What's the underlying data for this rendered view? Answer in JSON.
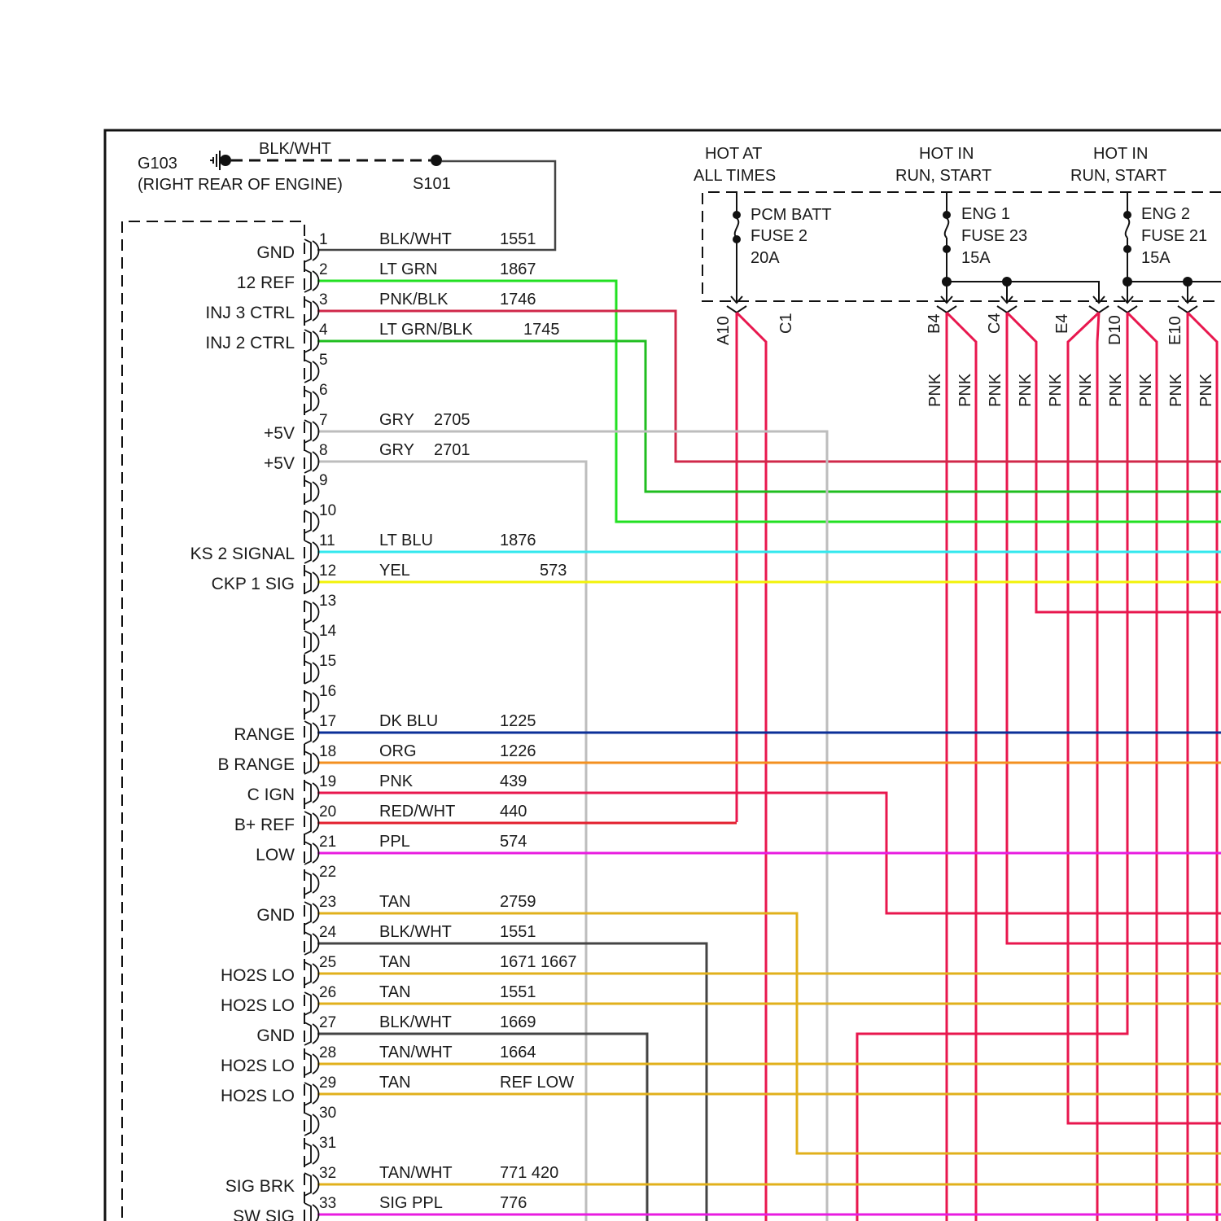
{
  "ground": {
    "id": "G103",
    "location": "(RIGHT REAR OF ENGINE)",
    "wire_color": "BLK/WHT"
  },
  "splice": {
    "id": "S101"
  },
  "fuse_sections": [
    {
      "hot": [
        "HOT AT",
        "ALL TIMES"
      ],
      "fuse": [
        "PCM BATT",
        "FUSE 2",
        "20A"
      ]
    },
    {
      "hot": [
        "HOT IN",
        "RUN, START"
      ],
      "fuse": [
        "ENG 1",
        "FUSE 23",
        "15A"
      ]
    },
    {
      "hot": [
        "HOT IN",
        "RUN, START"
      ],
      "fuse": [
        "ENG 2",
        "FUSE 21",
        "15A"
      ]
    }
  ],
  "pcm_pins": [
    "A10",
    "C1",
    "B4",
    "C4",
    "E4",
    "D10",
    "E10"
  ],
  "vertical_wire_label": "PNK",
  "colors": {
    "BLK/WHT": "#444444",
    "LT GRN": "#22e022",
    "PNK/BLK": "#d0284a",
    "LT GRN/BLK": "#1fbe1f",
    "GRY": "#bdbdbd",
    "LT BLU": "#33e8ee",
    "YEL": "#f2f20a",
    "DK BLU": "#0b2f98",
    "ORG": "#f39020",
    "PNK": "#e8174e",
    "RED/WHT": "#e3202e",
    "PPL": "#e81ce0",
    "TAN": "#e1b01c",
    "TAN/WHT": "#e1b01c",
    "SIG PPL": "#e81ce0"
  },
  "terminals": [
    {
      "num": "1",
      "name": "GND",
      "color": "BLK/WHT",
      "circuit": "1551"
    },
    {
      "num": "2",
      "name": "12 REF",
      "color": "LT GRN",
      "circuit": "1867"
    },
    {
      "num": "3",
      "name": "INJ 3 CTRL",
      "color": "PNK/BLK",
      "circuit": "1746"
    },
    {
      "num": "4",
      "name": "INJ 2 CTRL",
      "color": "LT GRN/BLK",
      "circuit": "1745"
    },
    {
      "num": "5",
      "name": "",
      "color": "",
      "circuit": ""
    },
    {
      "num": "6",
      "name": "",
      "color": "",
      "circuit": ""
    },
    {
      "num": "7",
      "name": "+5V",
      "color": "GRY",
      "circuit": "2705"
    },
    {
      "num": "8",
      "name": "+5V",
      "color": "GRY",
      "circuit": "2701"
    },
    {
      "num": "9",
      "name": "",
      "color": "",
      "circuit": ""
    },
    {
      "num": "10",
      "name": "",
      "color": "",
      "circuit": ""
    },
    {
      "num": "11",
      "name": "KS 2 SIGNAL",
      "color": "LT BLU",
      "circuit": "1876"
    },
    {
      "num": "12",
      "name": "CKP 1 SIG",
      "color": "YEL",
      "circuit": "573"
    },
    {
      "num": "13",
      "name": "",
      "color": "",
      "circuit": ""
    },
    {
      "num": "14",
      "name": "",
      "color": "",
      "circuit": ""
    },
    {
      "num": "15",
      "name": "",
      "color": "",
      "circuit": ""
    },
    {
      "num": "16",
      "name": "",
      "color": "",
      "circuit": ""
    },
    {
      "num": "17",
      "name": "RANGE",
      "color": "DK BLU",
      "circuit": "1225"
    },
    {
      "num": "18",
      "name": "B RANGE",
      "color": "ORG",
      "circuit": "1226"
    },
    {
      "num": "19",
      "name": "C IGN",
      "color": "PNK",
      "circuit": "439"
    },
    {
      "num": "20",
      "name": "B+ REF",
      "color": "RED/WHT",
      "circuit": "440"
    },
    {
      "num": "21",
      "name": "LOW",
      "color": "PPL",
      "circuit": "574"
    },
    {
      "num": "22",
      "name": "",
      "color": "",
      "circuit": ""
    },
    {
      "num": "23",
      "name": "GND",
      "color": "TAN",
      "circuit": "2759"
    },
    {
      "num": "24",
      "name": "",
      "color": "BLK/WHT",
      "circuit": "1551"
    },
    {
      "num": "25",
      "name": "HO2S LO",
      "color": "TAN",
      "circuit": "1671 1667"
    },
    {
      "num": "26",
      "name": "HO2S LO",
      "color": "TAN",
      "circuit": "1551"
    },
    {
      "num": "27",
      "name": "GND",
      "color": "BLK/WHT",
      "circuit": "1669"
    },
    {
      "num": "28",
      "name": "HO2S LO",
      "color": "TAN/WHT",
      "circuit": "1664"
    },
    {
      "num": "29",
      "name": "HO2S LO",
      "color": "TAN",
      "circuit": "REF LOW"
    },
    {
      "num": "30",
      "name": "",
      "color": "",
      "circuit": ""
    },
    {
      "num": "31",
      "name": "",
      "color": "",
      "circuit": ""
    },
    {
      "num": "32",
      "name": "SIG BRK",
      "color": "TAN/WHT",
      "circuit": "771 420"
    },
    {
      "num": "33",
      "name": "SW SIG",
      "color": "SIG PPL",
      "circuit": "776"
    }
  ]
}
